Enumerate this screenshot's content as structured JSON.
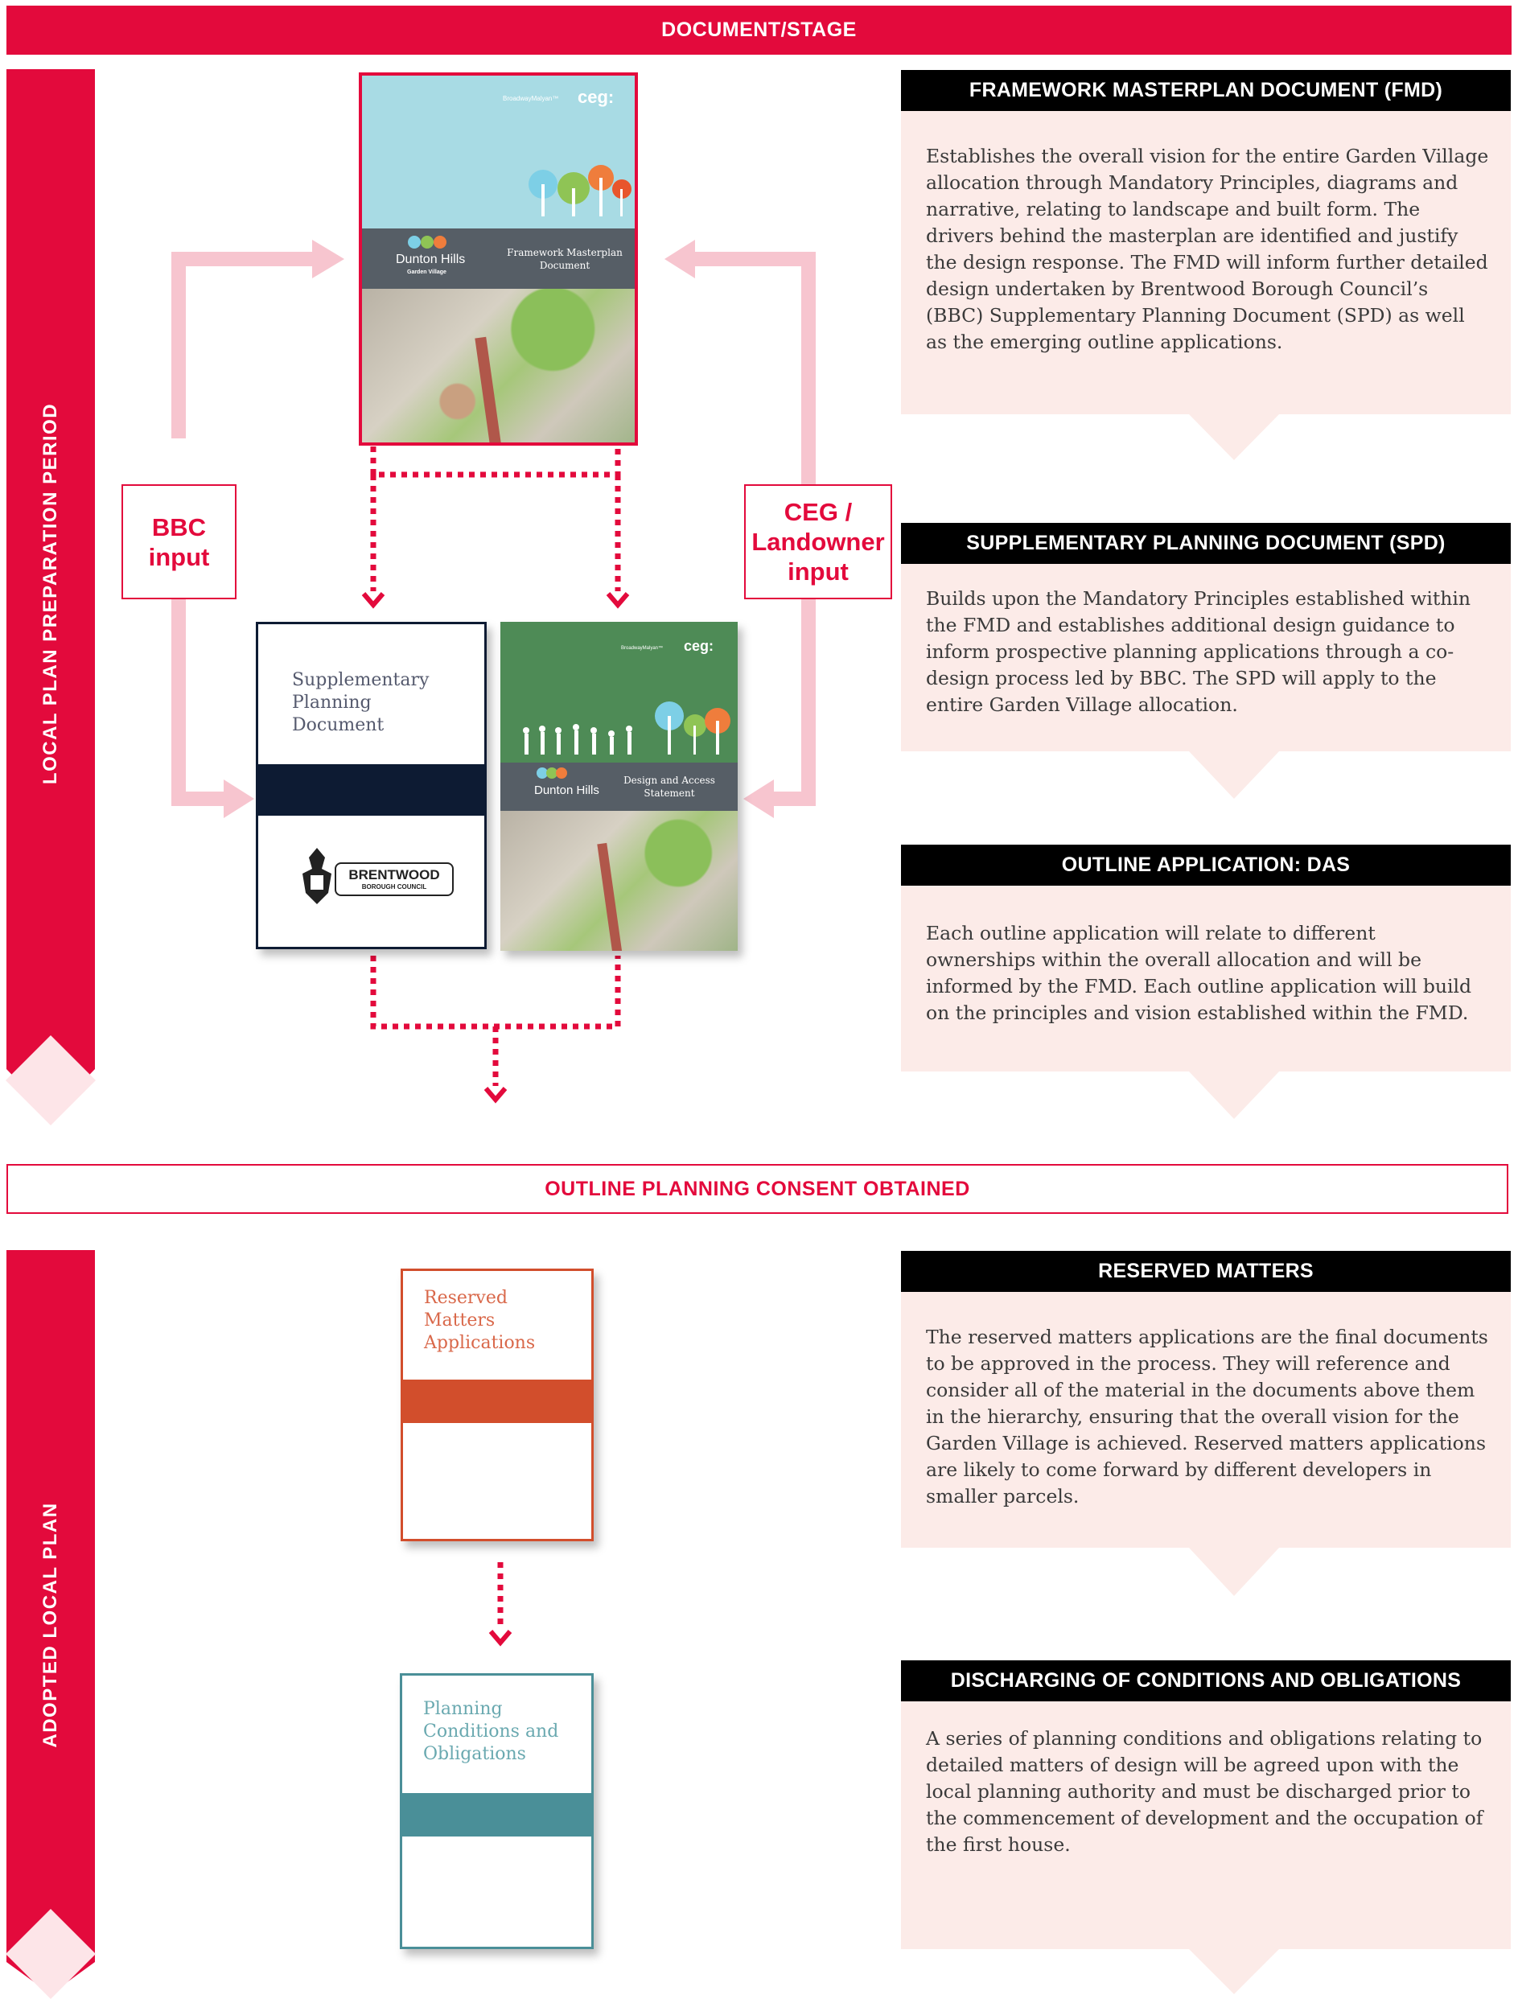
{
  "header": {
    "title": "DOCUMENT/STAGE"
  },
  "consent_bar": {
    "label": "OUTLINE PLANNING CONSENT OBTAINED"
  },
  "sidebar": {
    "top_label": "LOCAL PLAN PREPARATION PERIOD",
    "bottom_label": "ADOPTED LOCAL PLAN"
  },
  "inputs": {
    "left": "BBC input",
    "right": "CEG / Landowner input"
  },
  "documents": {
    "fmd": {
      "brand_small": "BroadwayMalyan™",
      "brand_logo": "ceg:",
      "village_name": "Dunton Hills",
      "village_sub": "Garden Village",
      "title": "Framework Masterplan Document"
    },
    "spd": {
      "title": "Supplementary Planning Document",
      "council": "BRENTWOOD",
      "council_sub": "BOROUGH COUNCIL"
    },
    "das": {
      "brand_small": "BroadwayMalyan™",
      "brand_logo": "ceg:",
      "village_name": "Dunton Hills",
      "title": "Design and Access Statement"
    },
    "rma": {
      "title": "Reserved Matters Applications"
    },
    "pco": {
      "title": "Planning Conditions and Obligations"
    }
  },
  "panels": [
    {
      "heading": "FRAMEWORK MASTERPLAN DOCUMENT (FMD)",
      "body": "Establishes the overall vision for the entire Garden Village allocation through Mandatory Principles, diagrams and narrative, relating to landscape and built form. The drivers behind the masterplan are identified and justify the design response. The FMD will inform further detailed design undertaken by Brentwood Borough Council’s (BBC) Supplementary Planning Document (SPD) as well as the emerging outline applications."
    },
    {
      "heading": "SUPPLEMENTARY PLANNING DOCUMENT (SPD)",
      "body": "Builds upon the Mandatory Principles established within the FMD and establishes additional design guidance to inform prospective planning applications through a co-design process led by BBC. The SPD will apply to the entire Garden Village allocation."
    },
    {
      "heading": "OUTLINE APPLICATION: DAS",
      "body": "Each outline application will relate to different ownerships within the overall allocation and will be informed by the FMD. Each outline application will build on the principles and vision established within the FMD."
    },
    {
      "heading": "RESERVED MATTERS",
      "body": "The reserved matters applications are the final documents to be approved in the process. They will reference and consider all of the material in the documents above them in the hierarchy, ensuring that the overall vision for the Garden Village is achieved. Reserved matters applications are likely to come forward by different developers in smaller parcels."
    },
    {
      "heading": "DISCHARGING OF CONDITIONS AND OBLIGATIONS",
      "body": "A series of planning conditions and obligations relating to detailed matters of design will be agreed upon with the local planning authority and must be discharged prior to the commencement of development and the occupation of the first house."
    }
  ],
  "colors": {
    "brand_red": "#e30a3c",
    "panel_bg": "#fcebe8",
    "arrow_pink": "#f7c5cf",
    "rma_orange": "#d24e2c",
    "pco_teal": "#4a8f98",
    "spd_navy": "#0d1b33"
  }
}
